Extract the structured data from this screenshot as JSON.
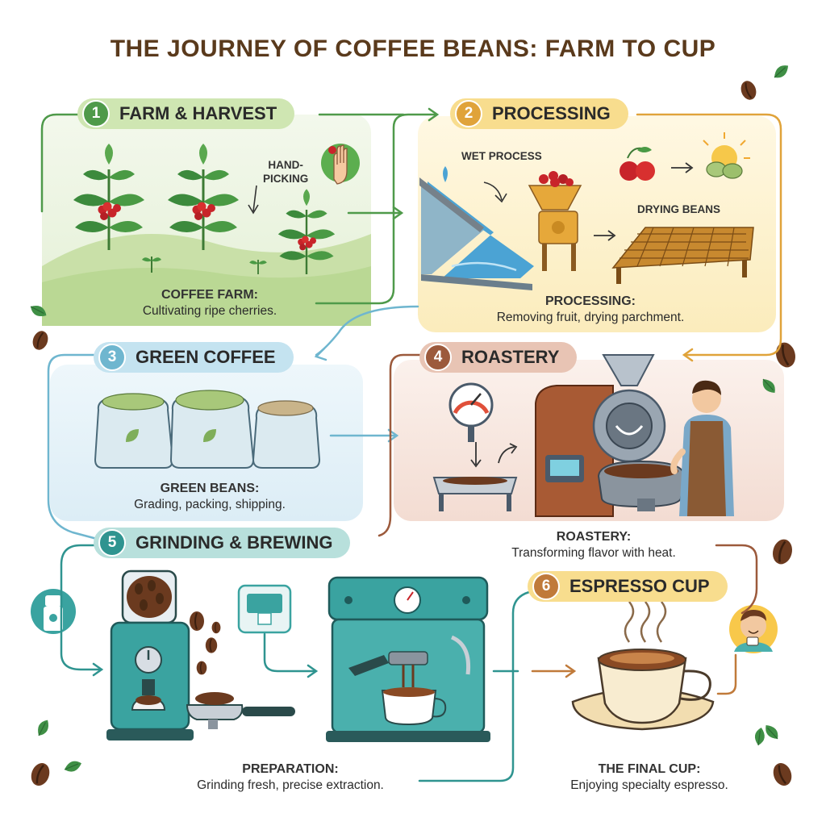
{
  "title": "THE JOURNEY OF COFFEE BEANS: FARM TO CUP",
  "steps": [
    {
      "number": "1",
      "name": "FARM & HARVEST",
      "caption_title": "COFFEE FARM:",
      "caption_text": "Cultivating ripe cherries.",
      "color": "#4f9a4a"
    },
    {
      "number": "2",
      "name": "PROCESSING",
      "caption_title": "PROCESSING:",
      "caption_text": "Removing fruit, drying parchment.",
      "color": "#e0a33a"
    },
    {
      "number": "3",
      "name": "GREEN COFFEE",
      "caption_title": "GREEN BEANS:",
      "caption_text": "Grading, packing, shipping.",
      "color": "#6fb6cf"
    },
    {
      "number": "4",
      "name": "ROASTERY",
      "caption_title": "ROASTERY:",
      "caption_text": "Transforming flavor with heat.",
      "color": "#9c5a3c"
    },
    {
      "number": "5",
      "name": "GRINDING & BREWING",
      "caption_title": "PREPARATION:",
      "caption_text": "Grinding fresh, precise extraction.",
      "color": "#2f9490"
    },
    {
      "number": "6",
      "name": "ESPRESSO CUP",
      "caption_title": "THE FINAL CUP:",
      "caption_text": "Enjoying specialty espresso.",
      "color": "#c07a3a"
    }
  ],
  "labels": {
    "hand_picking": "HAND-\nPICKING",
    "wet_process": "WET PROCESS",
    "drying_beans": "DRYING BEANS"
  },
  "colors": {
    "title": "#5a3a1c",
    "farm_panel": "#e4f0d6",
    "processing_panel": "#fdf1c8",
    "green_panel": "#e3f1f8",
    "roastery_panel": "#f6e6df",
    "teal_machine": "#3aa3a0",
    "coffee_brown": "#6b3a1f",
    "cherry_red": "#c8242a"
  }
}
